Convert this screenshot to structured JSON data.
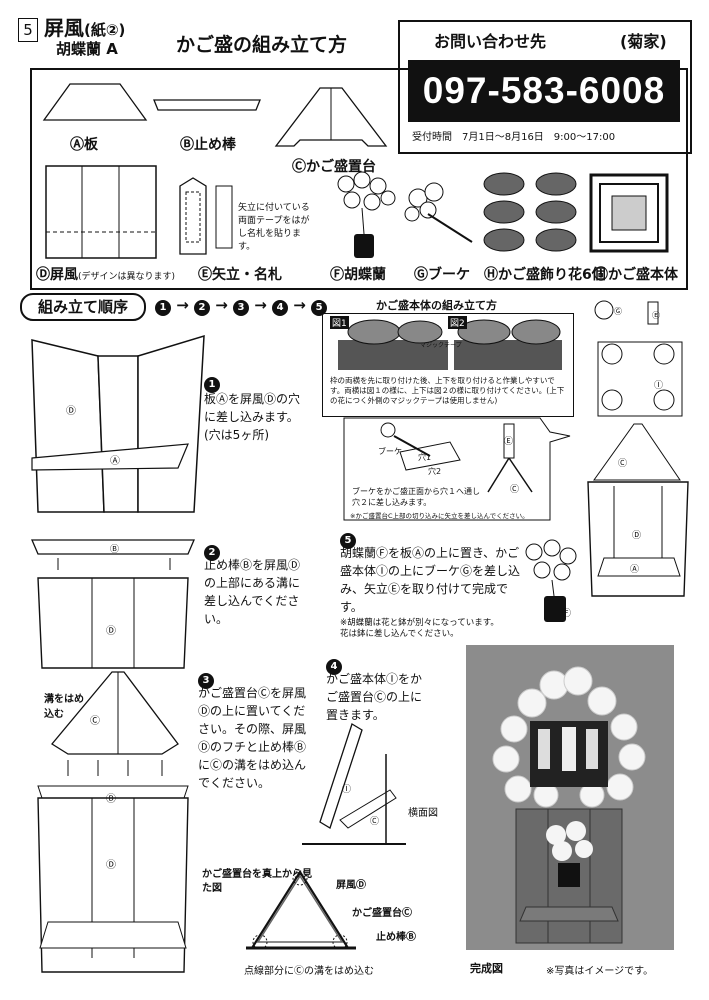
{
  "header": {
    "page_number": "5",
    "title_main": "屏風",
    "title_paren": "(紙②)",
    "subtitle": "胡蝶蘭 A",
    "heading": "かご盛の組み立て方"
  },
  "contact": {
    "label": "お問い合わせ先",
    "name": "(菊家)",
    "phone": "097-583-6008",
    "hours": "受付時間　7月1日～8月16日　9:00～17:00"
  },
  "parts": {
    "a": "Ⓐ板",
    "b": "Ⓑ止め棒",
    "c": "Ⓒかご盛置台",
    "d": "Ⓓ屏風",
    "d_note": "(デザインは異なります)",
    "e": "Ⓔ矢立・名札",
    "e_note": "矢立に付いている両面テープをはがし名札を貼ります。",
    "f": "Ⓕ胡蝶蘭",
    "g": "Ⓖブーケ",
    "h": "Ⓗかご盛飾り花6個",
    "i": "Ⓘかご盛本体"
  },
  "assembly": {
    "section_title": "組み立て順序",
    "order": [
      "1",
      "2",
      "3",
      "4",
      "5"
    ],
    "body_title": "かご盛本体の組み立て方",
    "fig1": "図1",
    "fig2": "図2",
    "tape": "マジックテープ",
    "body_note": "枠の両横を先に取り付けた後、上下を取り付けると作業しやすいです。両横は図１の様に、上下は図２の様に取り付けてください。(上下の花につく外側のマジックテープは使用しません)",
    "step1": "板Ⓐを屏風Ⓓの穴に差し込みます。",
    "step1_note": "(穴は5ヶ所)",
    "step2": "止め棒Ⓑを屏風Ⓓの上部にある溝に差し込んでください。",
    "step3": "かご盛置台Ⓒを屏風Ⓓの上に置いてください。その際、屏風Ⓓのフチと止め棒ⒷにⒸの溝をはめ込んでください。",
    "step4": "かご盛本体Ⓘをかご盛置台Ⓒの上に置きます。",
    "step5": "胡蝶蘭Ⓕを板Ⓐの上に置き、かご盛本体Ⓘの上にブーケⒼを差し込み、矢立Ⓔを取り付けて完成です。",
    "step5_note": "※胡蝶蘭は花と鉢が別々になっています。花は鉢に差し込んでください。",
    "bouquet_label": "ブーケ",
    "hole1": "穴1",
    "hole2": "穴2",
    "bouquet_note": "ブーケをかご盛正面から穴１へ通し穴２に差し込みます。",
    "bouquet_note2": "※かご盛置台C上部の切り込みに矢立を差し込んでください。",
    "groove_label": "溝をはめ込む",
    "side_view": "横面図",
    "topview_title": "かご盛置台を真上から見た図",
    "top_byobu": "屏風Ⓓ",
    "top_stand": "かご盛置台Ⓒ",
    "top_bar": "止め棒Ⓑ",
    "dotted_note": "点線部分にⒸの溝をはめ込む",
    "complete": "完成図",
    "photo_note": "※写真はイメージです。"
  },
  "marks": {
    "a": "Ⓐ",
    "b": "Ⓑ",
    "c": "Ⓒ",
    "d": "Ⓓ",
    "e": "Ⓔ",
    "f": "Ⓕ",
    "g": "Ⓖ",
    "i": "Ⓘ"
  }
}
